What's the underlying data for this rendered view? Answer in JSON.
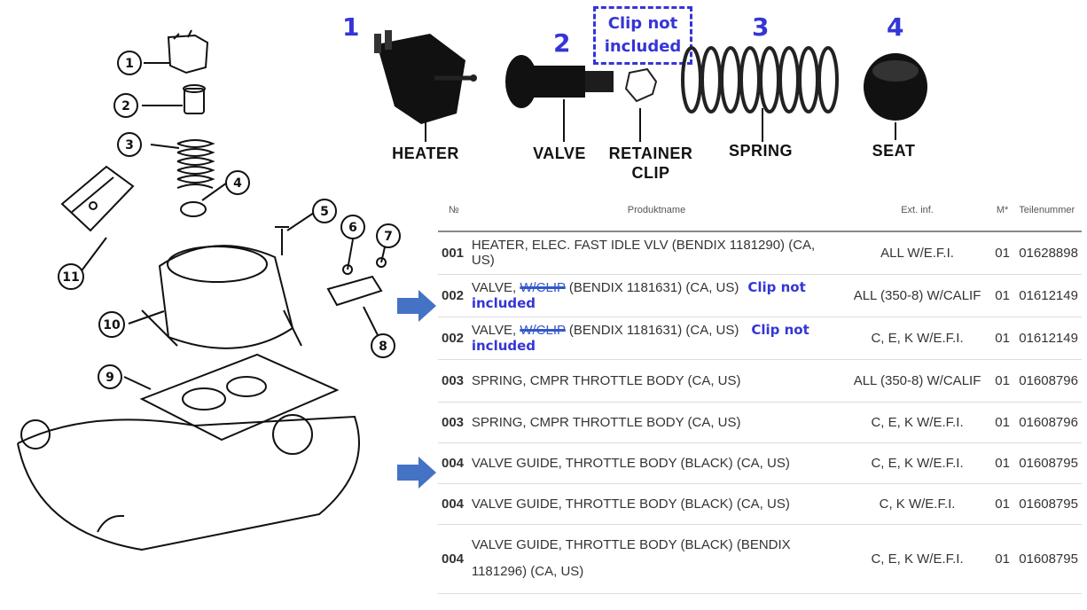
{
  "callouts": [
    "1",
    "2",
    "3",
    "4"
  ],
  "part_labels": {
    "heater": "HEATER",
    "valve": "VALVE",
    "retainer_clip_line1": "RETAINER",
    "retainer_clip_line2": "CLIP",
    "spring": "SPRING",
    "seat": "SEAT"
  },
  "clip_note_box": {
    "line1": "Clip not",
    "line2": "included"
  },
  "diagram_callouts": [
    "1",
    "2",
    "3",
    "4",
    "5",
    "6",
    "7",
    "8",
    "9",
    "10",
    "11"
  ],
  "table": {
    "headers": {
      "no": "№",
      "name": "Produktname",
      "ext": "Ext. inf.",
      "m": "M*",
      "part": "Teilenummer"
    },
    "rows": [
      {
        "no": "001",
        "name": "HEATER, ELEC. FAST IDLE VLV (BENDIX 1181290) (CA, US)",
        "ext": "ALL W/E.F.I.",
        "m": "01",
        "part": "01628898"
      },
      {
        "no": "002",
        "name_pre": "VALVE, ",
        "name_strike": "W/CLIP",
        "name_post": " (BENDIX 1181631) (CA, US)",
        "note": "Clip not included",
        "ext": "ALL (350-8) W/CALIF",
        "m": "01",
        "part": "01612149"
      },
      {
        "no": "002",
        "name_pre": "VALVE, ",
        "name_strike": "W/CLIP",
        "name_post": " (BENDIX 1181631) (CA, US)",
        "note": "Clip not included",
        "ext": "C, E, K W/E.F.I.",
        "m": "01",
        "part": "01612149"
      },
      {
        "no": "003",
        "name": "SPRING, CMPR THROTTLE BODY (CA, US)",
        "ext": "ALL (350-8) W/CALIF",
        "m": "01",
        "part": "01608796"
      },
      {
        "no": "003",
        "name": "SPRING, CMPR THROTTLE BODY (CA, US)",
        "ext": "C, E, K W/E.F.I.",
        "m": "01",
        "part": "01608796"
      },
      {
        "no": "004",
        "name": "VALVE GUIDE, THROTTLE BODY (BLACK) (CA, US)",
        "ext": "C, E, K W/E.F.I.",
        "m": "01",
        "part": "01608795"
      },
      {
        "no": "004",
        "name": "VALVE GUIDE, THROTTLE BODY (BLACK) (CA, US)",
        "ext": "C, K W/E.F.I.",
        "m": "01",
        "part": "01608795"
      },
      {
        "no": "004",
        "name": "VALVE GUIDE, THROTTLE BODY (BLACK) (BENDIX 1181296) (CA, US)",
        "ext": "C, E, K W/E.F.I.",
        "m": "01",
        "part": "01608795"
      }
    ]
  },
  "colors": {
    "accent": "#3535d6",
    "arrow": "#4472c4",
    "link": "#2d6aa8"
  }
}
